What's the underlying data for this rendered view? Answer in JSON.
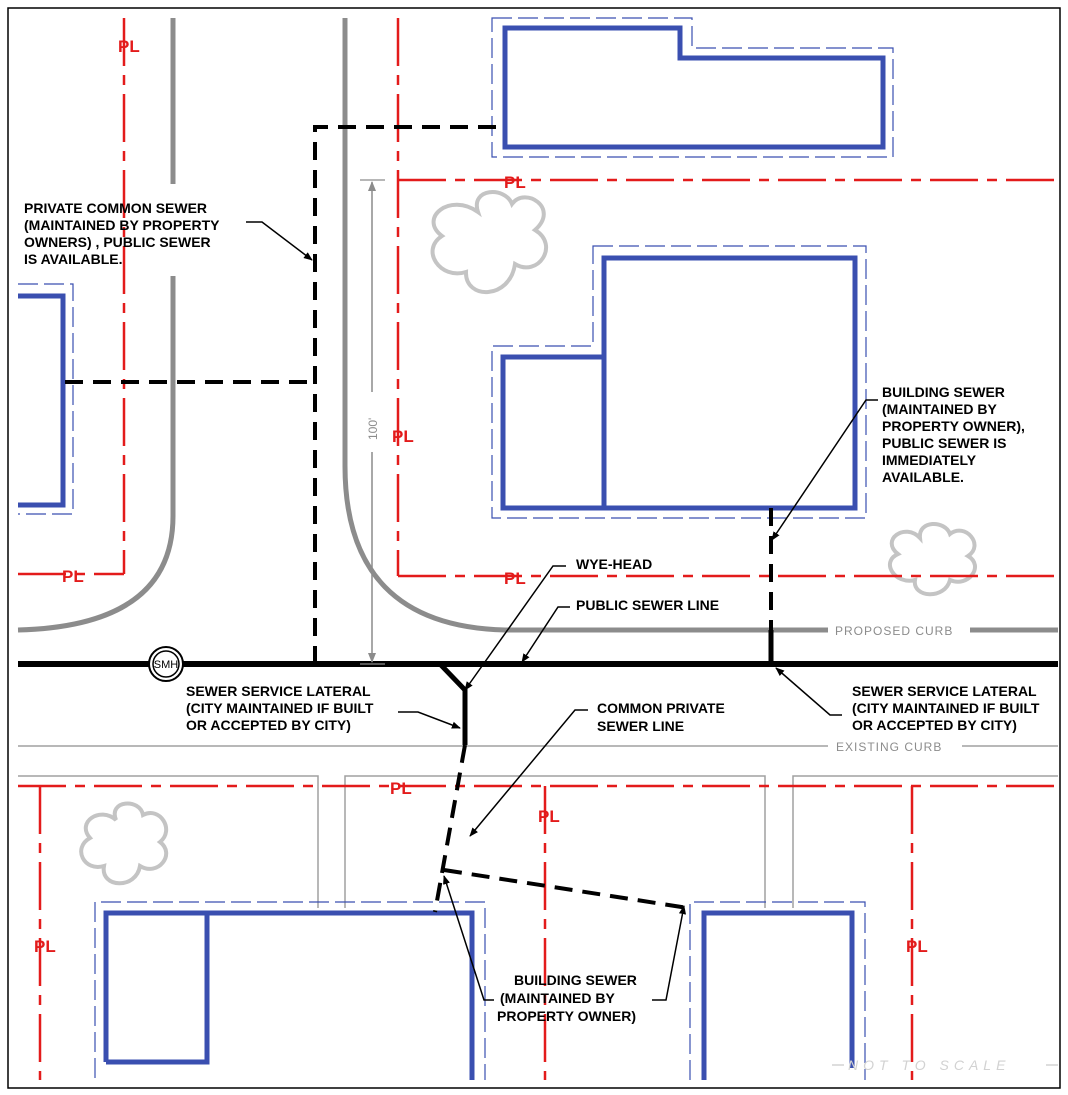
{
  "colors": {
    "building": "#3a4fb0",
    "property_line": "#e31b1b",
    "curb": "#8c8c8c",
    "existing_curb": "#a0a0a0",
    "sewer": "#000000",
    "tree": "#c4c4c4",
    "not_to_scale": "#d2d2d2"
  },
  "labels": {
    "property_line": "PL",
    "proposed_curb": "PROPOSED CURB",
    "existing_curb": "EXISTING CURB",
    "manhole": "SMH",
    "dimension": "100'",
    "not_to_scale": "NOT TO SCALE"
  },
  "notes": {
    "private_common_sewer": [
      "PRIVATE COMMON SEWER",
      "(MAINTAINED BY PROPERTY",
      "OWNERS) , PUBLIC SEWER",
      "IS AVAILABLE."
    ],
    "building_sewer_right": [
      "BUILDING SEWER",
      "(MAINTAINED BY",
      "PROPERTY OWNER),",
      "PUBLIC SEWER IS",
      "IMMEDIATELY",
      "AVAILABLE."
    ],
    "wye_head": [
      "WYE-HEAD"
    ],
    "public_sewer_line": [
      "PUBLIC SEWER LINE"
    ],
    "lateral_left": [
      "SEWER SERVICE LATERAL",
      "(CITY MAINTAINED IF BUILT",
      "OR ACCEPTED BY CITY)"
    ],
    "common_private_sewer": [
      "COMMON PRIVATE",
      "SEWER LINE"
    ],
    "lateral_right": [
      "SEWER SERVICE LATERAL",
      "(CITY MAINTAINED IF BUILT",
      "OR ACCEPTED BY CITY)"
    ],
    "building_sewer_bottom": [
      "BUILDING SEWER",
      "(MAINTAINED BY",
      "PROPERTY OWNER)"
    ]
  }
}
